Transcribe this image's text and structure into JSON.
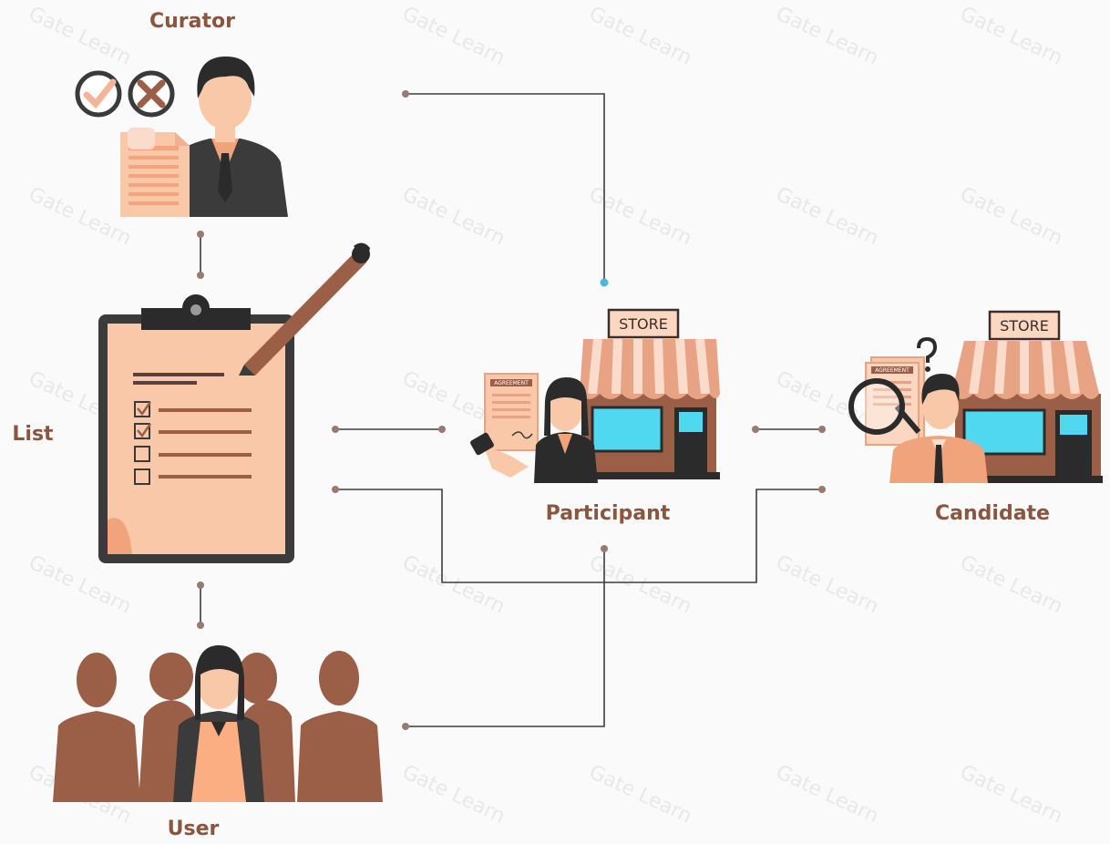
{
  "diagram": {
    "nodes": {
      "curator": {
        "label": "Curator"
      },
      "list": {
        "label": "List"
      },
      "participant": {
        "label": "Participant",
        "sign": "STORE",
        "paper": "AGREEMENT"
      },
      "candidate": {
        "label": "Candidate",
        "sign": "STORE",
        "paper": "AGREEMENT"
      },
      "user": {
        "label": "User"
      }
    },
    "watermark": "Gate Learn"
  },
  "colors": {
    "label": "#8a5640",
    "connector": "#3d3d3d",
    "dot": "#9a7a70",
    "accent_dot": "#4ab8d8",
    "peach": "#f9c8a8",
    "brown": "#9b5f48"
  }
}
